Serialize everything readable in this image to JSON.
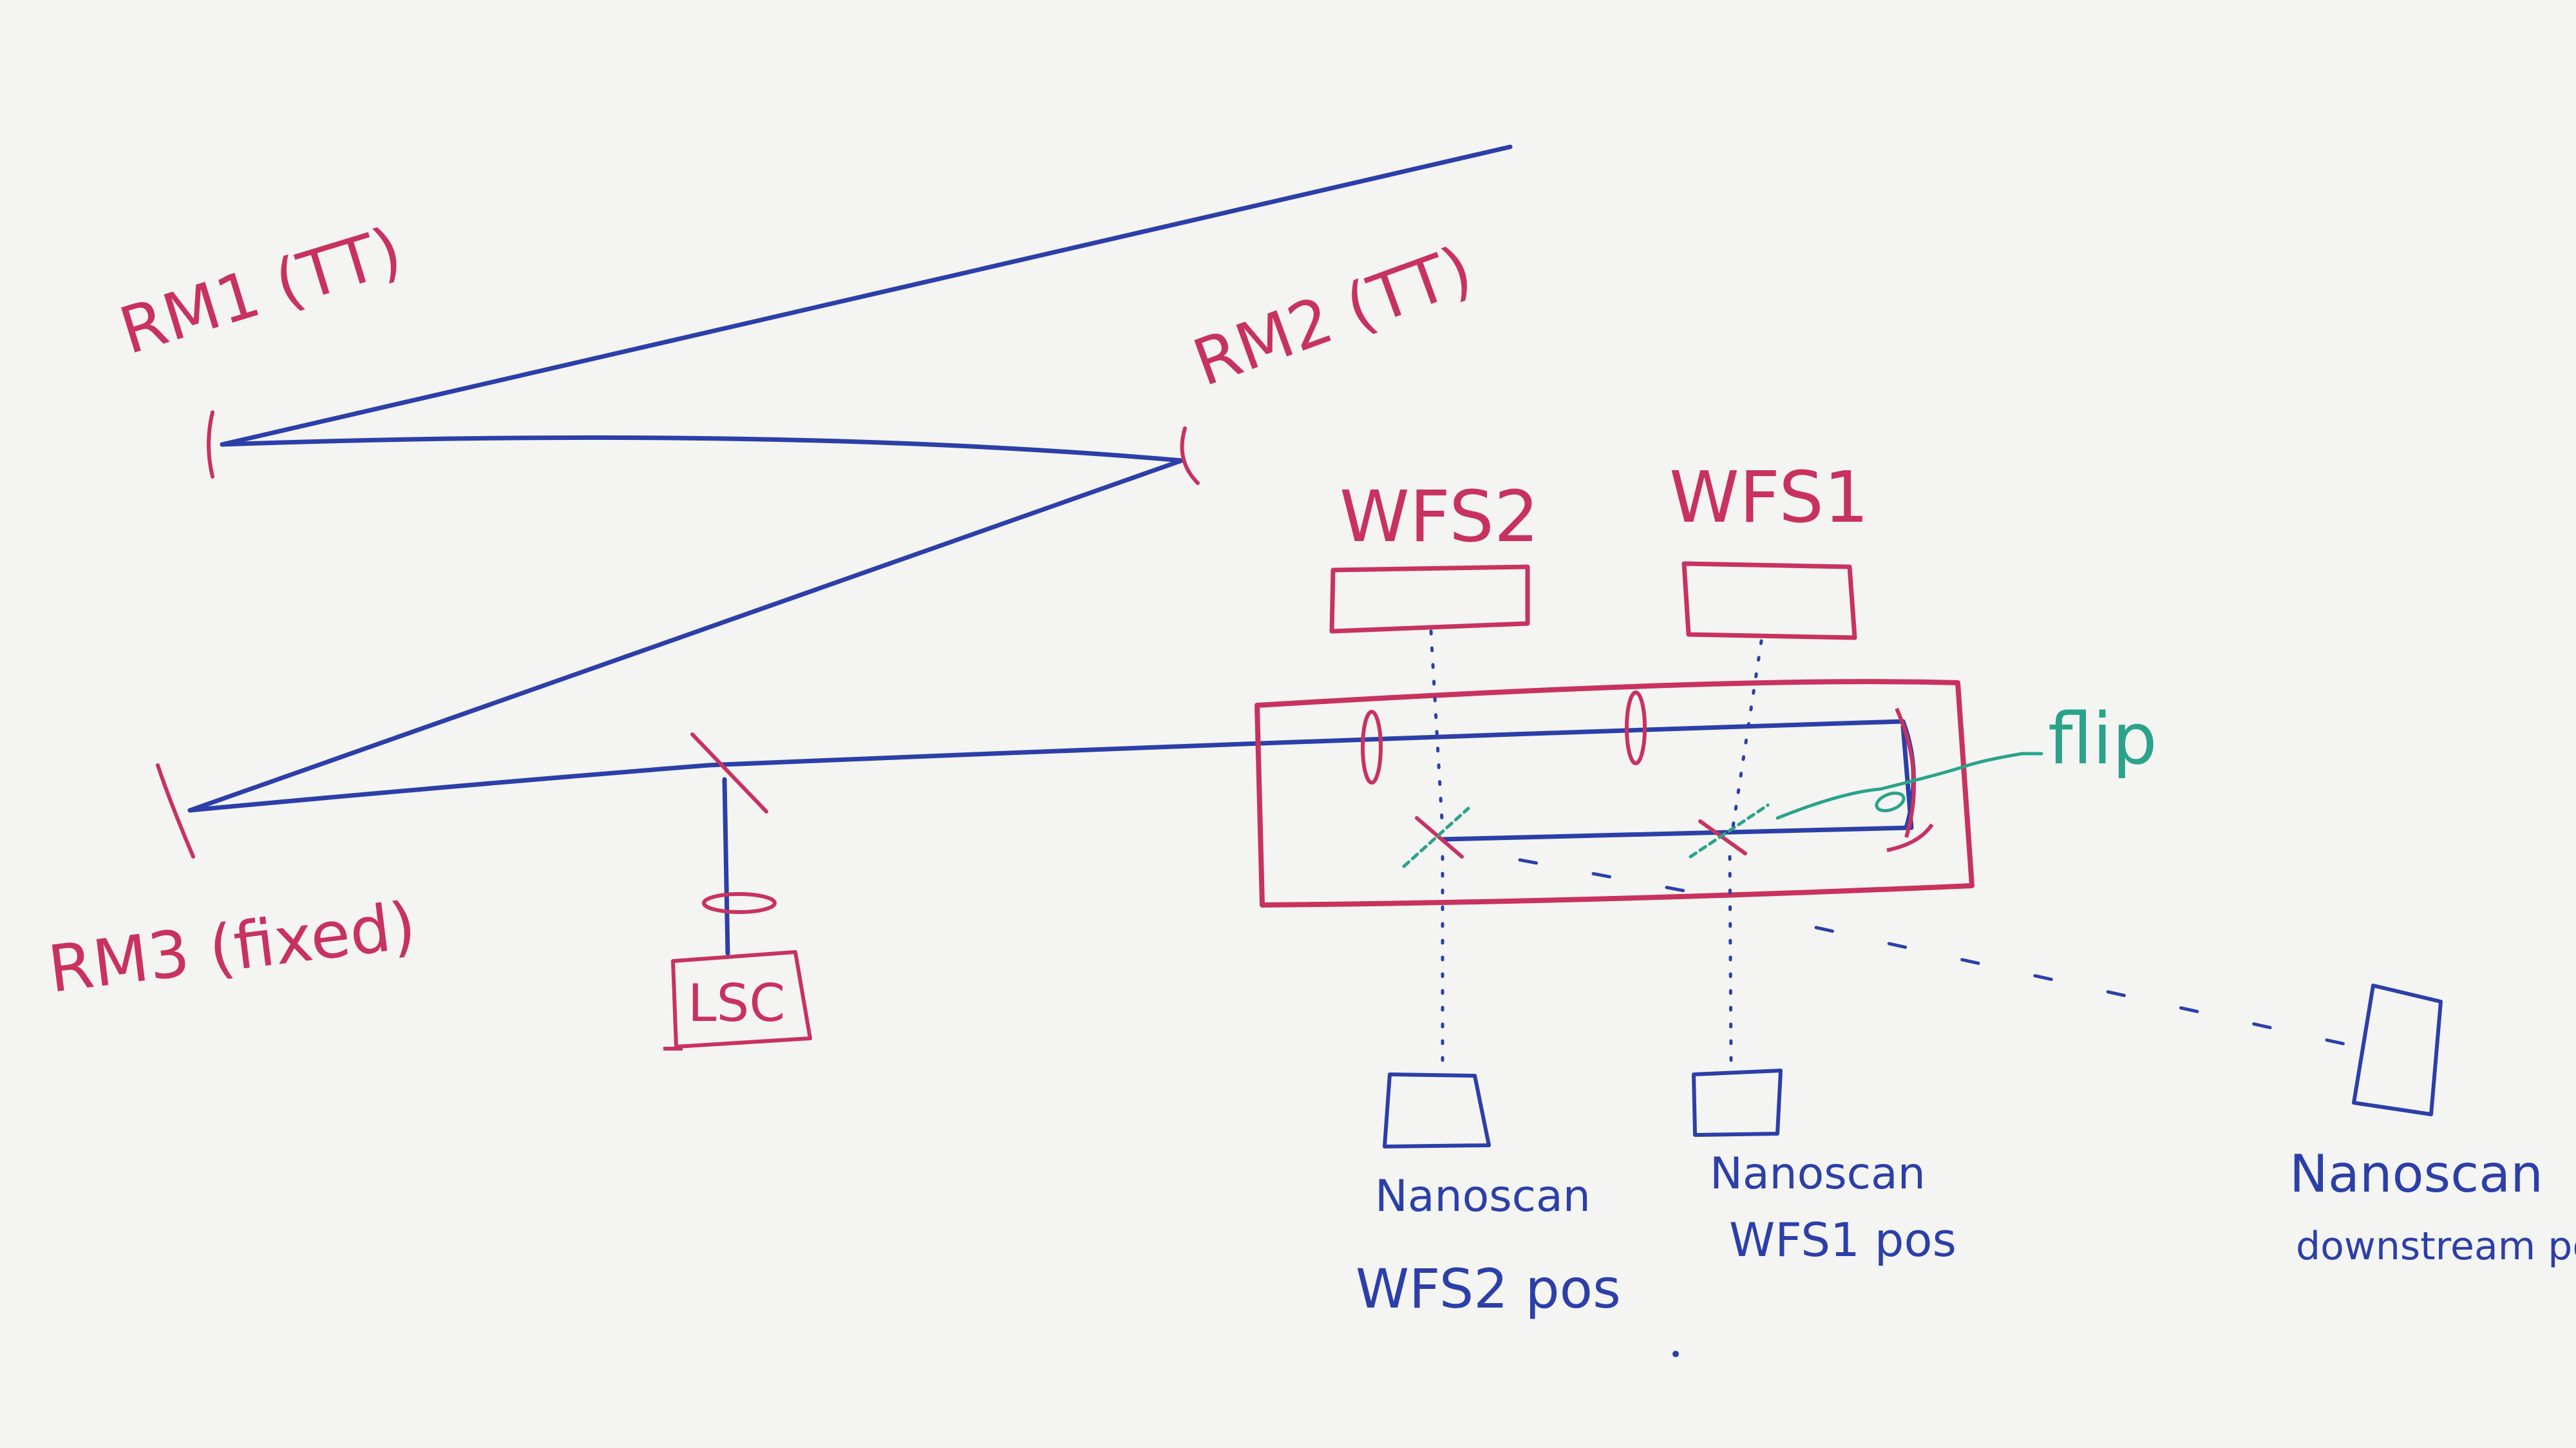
{
  "colors": {
    "board": "#f4f4f2",
    "red_marker": "#c8325f",
    "blue_marker": "#2c3fa8",
    "teal_marker": "#2aa38a"
  },
  "labels": {
    "rm1": "RM1 (TT)",
    "rm2": "RM2 (TT)",
    "rm3": "RM3 (fixed)",
    "wfs2": "WFS2",
    "wfs1": "WFS1",
    "flip": "flip",
    "lsc": "LSC",
    "nano_wfs2_line1": "Nanoscan",
    "nano_wfs2_line2": "WFS2 pos",
    "nano_wfs1_line1": "Nanoscan",
    "nano_wfs1_line2": "WFS1 pos",
    "nano_down_line1": "Nanoscan",
    "nano_down_line2": "downstream pos"
  }
}
